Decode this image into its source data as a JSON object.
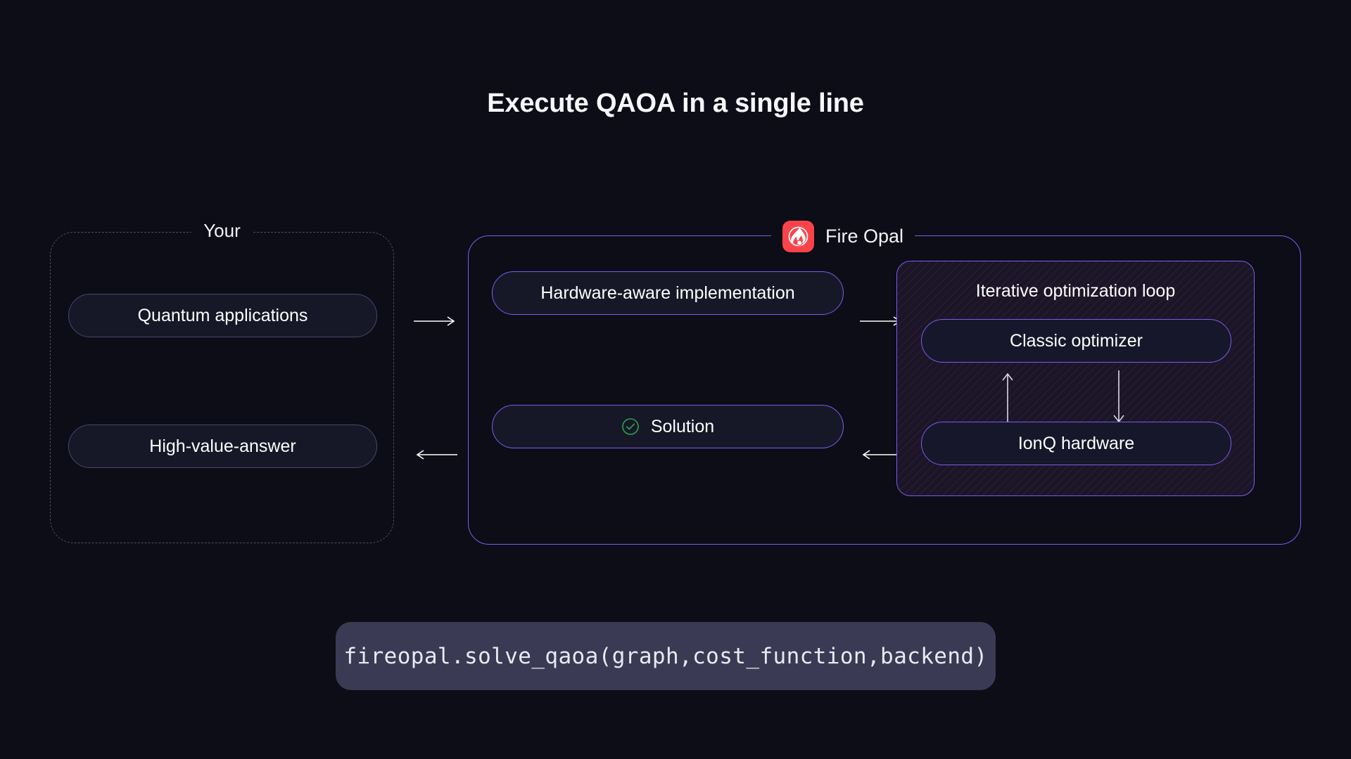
{
  "page": {
    "title": "Execute QAOA in a single line",
    "background_color": "#0c0d16",
    "accent_purple": "#7d5cf0",
    "brand_red": "#f9434a",
    "success_green": "#2e9e4f"
  },
  "your_group": {
    "label": "Your",
    "items": [
      {
        "label": "Quantum applications"
      },
      {
        "label": "High-value-answer"
      }
    ]
  },
  "fireopal_group": {
    "label": "Fire Opal",
    "logo_icon": "fire-opal-logo-icon",
    "items": [
      {
        "label": "Hardware-aware implementation"
      },
      {
        "label": "Solution",
        "icon": "check-circle-icon"
      }
    ],
    "loop": {
      "title": "Iterative optimization loop",
      "items": [
        {
          "label": "Classic optimizer"
        },
        {
          "label": "IonQ hardware"
        }
      ],
      "arrows": [
        {
          "icon": "arrow-up-icon"
        },
        {
          "icon": "arrow-down-icon"
        }
      ]
    }
  },
  "connectors": [
    {
      "icon": "arrow-right-icon",
      "from": "Quantum applications",
      "to": "Hardware-aware implementation"
    },
    {
      "icon": "arrow-right-icon",
      "from": "Hardware-aware implementation",
      "to": "Iterative optimization loop"
    },
    {
      "icon": "arrow-left-icon",
      "from": "Solution",
      "to": "High-value-answer"
    },
    {
      "icon": "arrow-left-icon",
      "from": "Iterative optimization loop",
      "to": "Solution"
    }
  ],
  "code_bar": {
    "code": "fireopal.solve_qaoa(graph,cost_function,backend)"
  }
}
